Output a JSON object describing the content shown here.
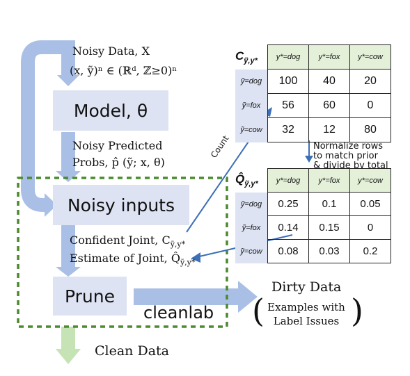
{
  "flow": {
    "noisy_data_label": "Noisy Data, X",
    "noisy_data_math": "(x, ỹ)ⁿ ∈ (ℝᵈ, ℤ≥0)ⁿ",
    "model_box": "Model, θ",
    "noisy_probs_line1": "Noisy Predicted",
    "noisy_probs_line2": "Probs, p̂ (ỹ; x, θ)",
    "noisy_inputs_box": "Noisy inputs",
    "confident_joint_label": "Confident Joint, C",
    "confident_joint_sub": "ỹ,y*",
    "estimate_joint_label": "Estimate of Joint, Q̂",
    "estimate_joint_sub": "ỹ,y*",
    "prune_box": "Prune",
    "cleanlab_label": "cleanlab",
    "dirty_data_title": "Dirty Data",
    "dirty_data_line1": "Examples with",
    "dirty_data_line2": "Label Issues",
    "clean_data_label": "Clean Data",
    "count_label": "Count"
  },
  "matrix_c": {
    "corner": "C",
    "corner_sub": "ỹ,y*",
    "col_headers": [
      "y*=dog",
      "y*=fox",
      "y*=cow"
    ],
    "row_headers": [
      "ỹ=dog",
      "ỹ=fox",
      "ỹ=cow"
    ],
    "rows": [
      [
        "100",
        "40",
        "20"
      ],
      [
        "56",
        "60",
        "0"
      ],
      [
        "32",
        "12",
        "80"
      ]
    ]
  },
  "normalize_note": {
    "line1": "Normalize rows",
    "line2": "to match prior",
    "line3": "& divide by total"
  },
  "matrix_q": {
    "corner": "Q̂",
    "corner_sub": "ỹ,y*",
    "col_headers": [
      "y*=dog",
      "y*=fox",
      "y*=cow"
    ],
    "row_headers": [
      "ỹ=dog",
      "ỹ=fox",
      "ỹ=cow"
    ],
    "rows": [
      [
        "0.25",
        "0.1",
        "0.05"
      ],
      [
        "0.14",
        "0.15",
        "0"
      ],
      [
        "0.08",
        "0.03",
        "0.2"
      ]
    ]
  },
  "colors": {
    "box_fill": "#dde3f3",
    "arrow_blue": "#aabfe6",
    "arrow_green": "#c5e3b5",
    "dashed_green": "#4c8a2e",
    "line_blue": "#3b6fb6",
    "header_green": "#e4f0d8"
  }
}
